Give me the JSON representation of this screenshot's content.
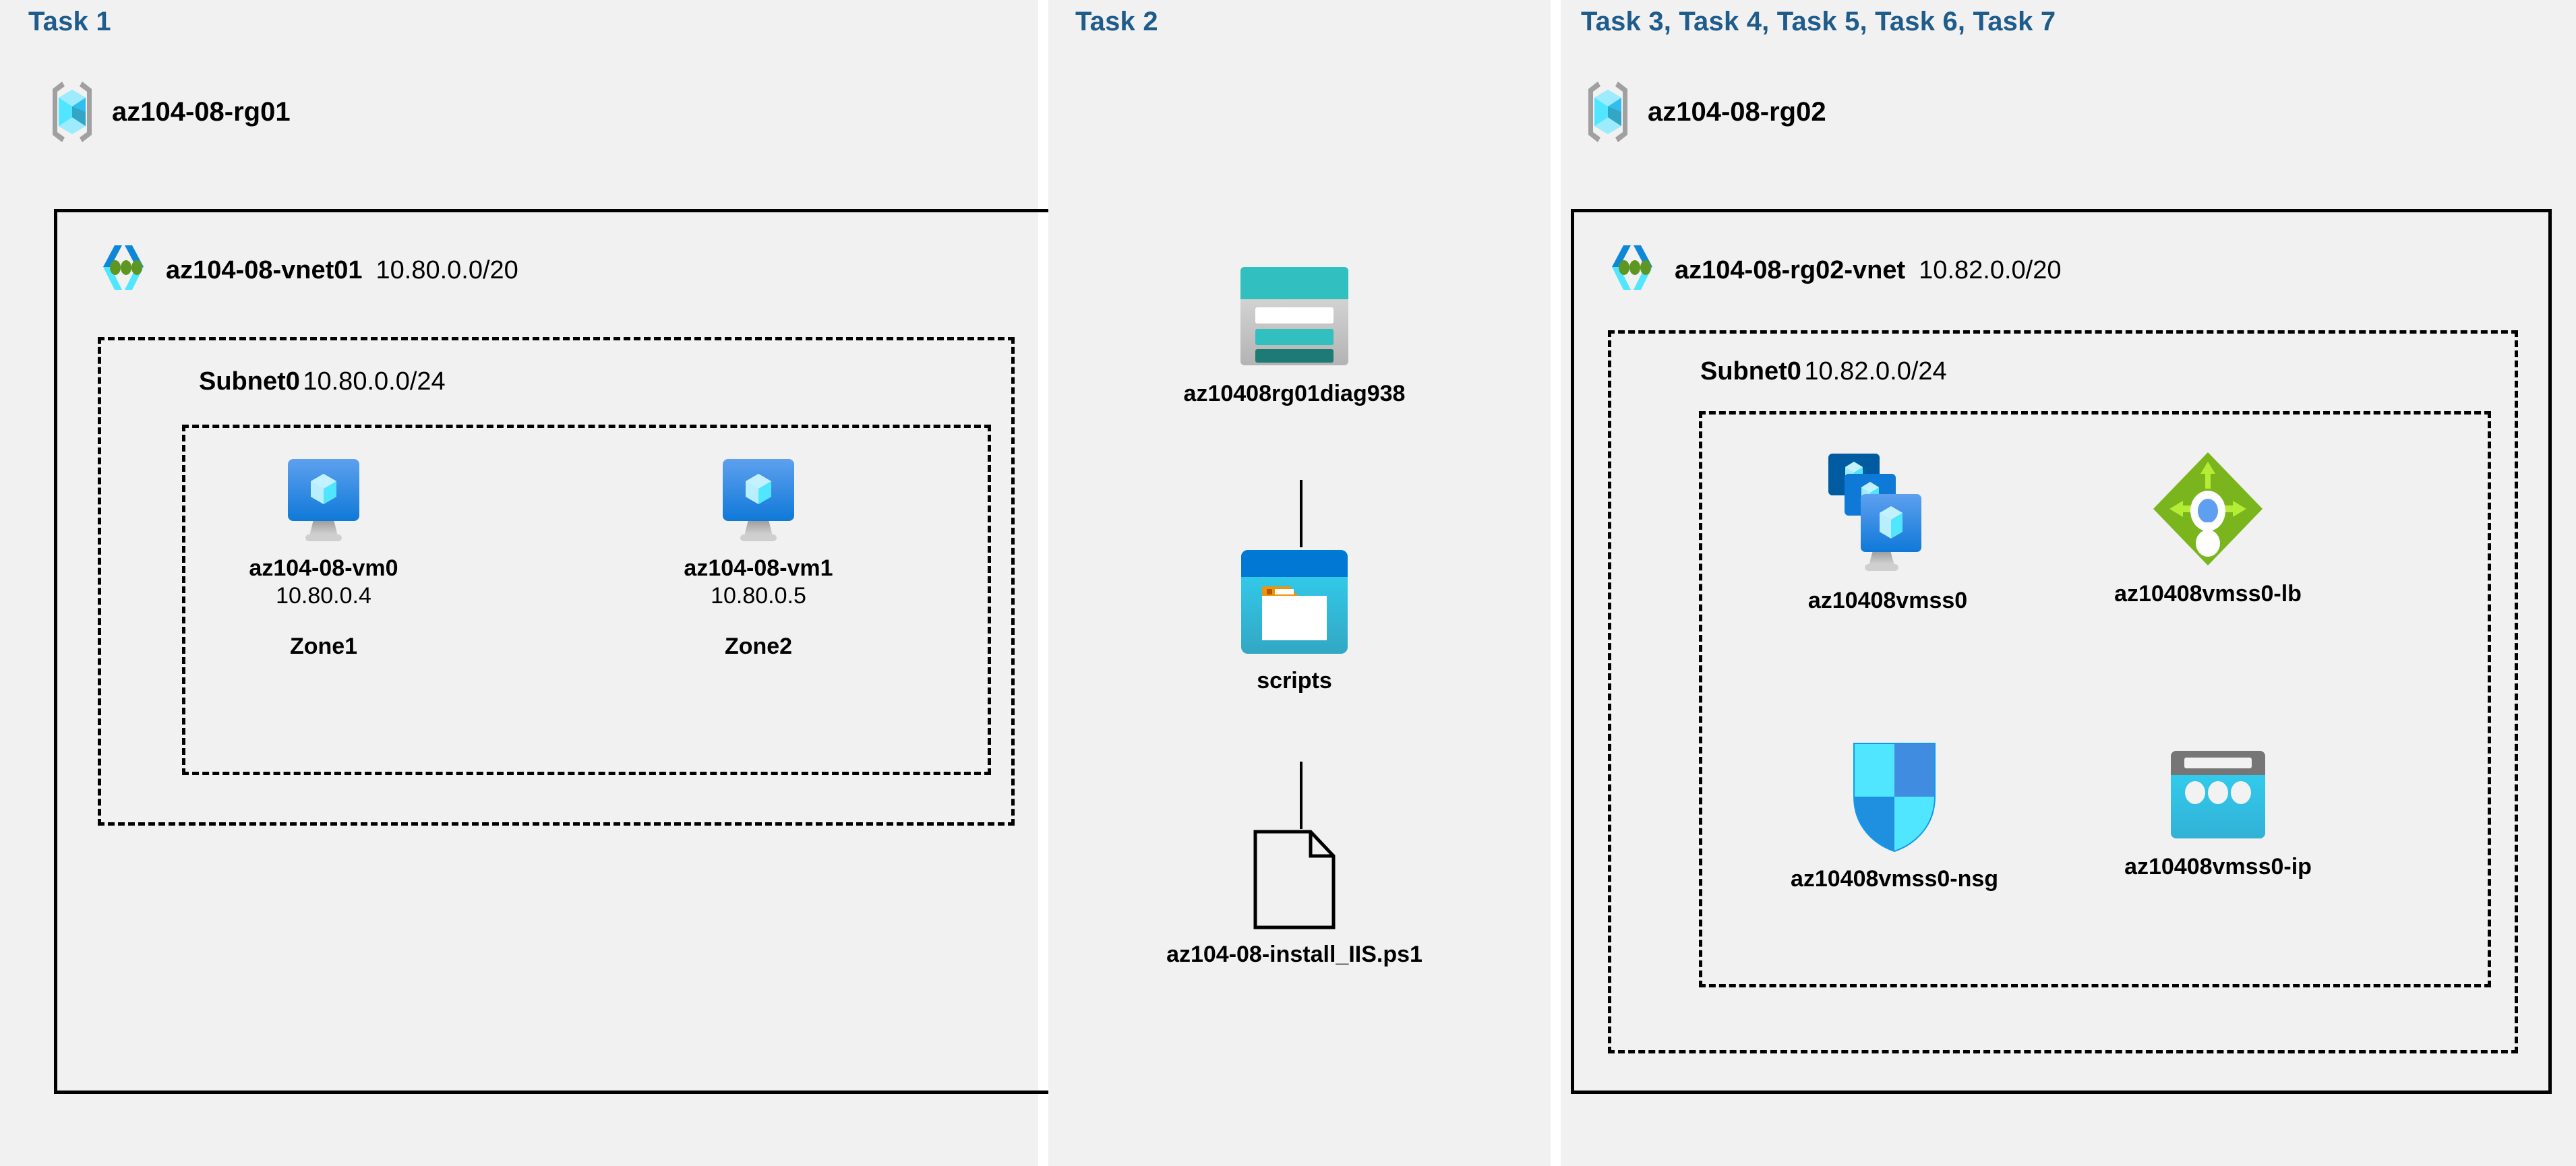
{
  "diagram": {
    "title_color": "#1f5c8b",
    "panel_bg": "#f1f1f1"
  },
  "columns": [
    {
      "id": "task1",
      "task_label": "Task 1",
      "resource_group": {
        "name": "az104-08-rg01",
        "icon": "resource-group-icon"
      },
      "vnet": {
        "name": "az104-08-vnet01",
        "cidr": "10.80.0.0/20",
        "icon": "virtual-network-icon"
      },
      "subnet": {
        "name": "Subnet0",
        "cidr": "10.80.0.0/24"
      },
      "vms": [
        {
          "icon": "virtual-machine-icon",
          "name": "az104-08-vm0",
          "ip": "10.80.0.4",
          "zone": "Zone1"
        },
        {
          "icon": "virtual-machine-icon",
          "name": "az104-08-vm1",
          "ip": "10.80.0.5",
          "zone": "Zone2"
        }
      ]
    },
    {
      "id": "task2",
      "task_label": "Task 2",
      "nodes": [
        {
          "icon": "storage-account-icon",
          "name": "az10408rg01diag938"
        },
        {
          "icon": "blob-container-icon",
          "name": "scripts"
        },
        {
          "icon": "file-icon",
          "name": "az104-08-install_IIS.ps1"
        }
      ]
    },
    {
      "id": "task3to7",
      "task_label": "Task 3, Task 4, Task 5, Task 6, Task 7",
      "resource_group": {
        "name": "az104-08-rg02",
        "icon": "resource-group-icon"
      },
      "vnet": {
        "name": "az104-08-rg02-vnet",
        "cidr": "10.82.0.0/20",
        "icon": "virtual-network-icon"
      },
      "subnet": {
        "name": "Subnet0",
        "cidr": "10.82.0.0/24"
      },
      "resources": [
        {
          "icon": "vm-scale-set-icon",
          "name": "az10408vmss0"
        },
        {
          "icon": "load-balancer-icon",
          "name": "az10408vmss0-lb"
        },
        {
          "icon": "network-security-group-icon",
          "name": "az10408vmss0-nsg"
        },
        {
          "icon": "public-ip-address-icon",
          "name": "az10408vmss0-ip"
        }
      ]
    }
  ],
  "colors": {
    "task_title": "#1f5c8b",
    "azure_blue": "#0078d4",
    "azure_cyan": "#50e6ff",
    "storage_teal": "#32bfbf",
    "lb_green": "#7ab51d",
    "nsg_blue": "#32bdff"
  }
}
